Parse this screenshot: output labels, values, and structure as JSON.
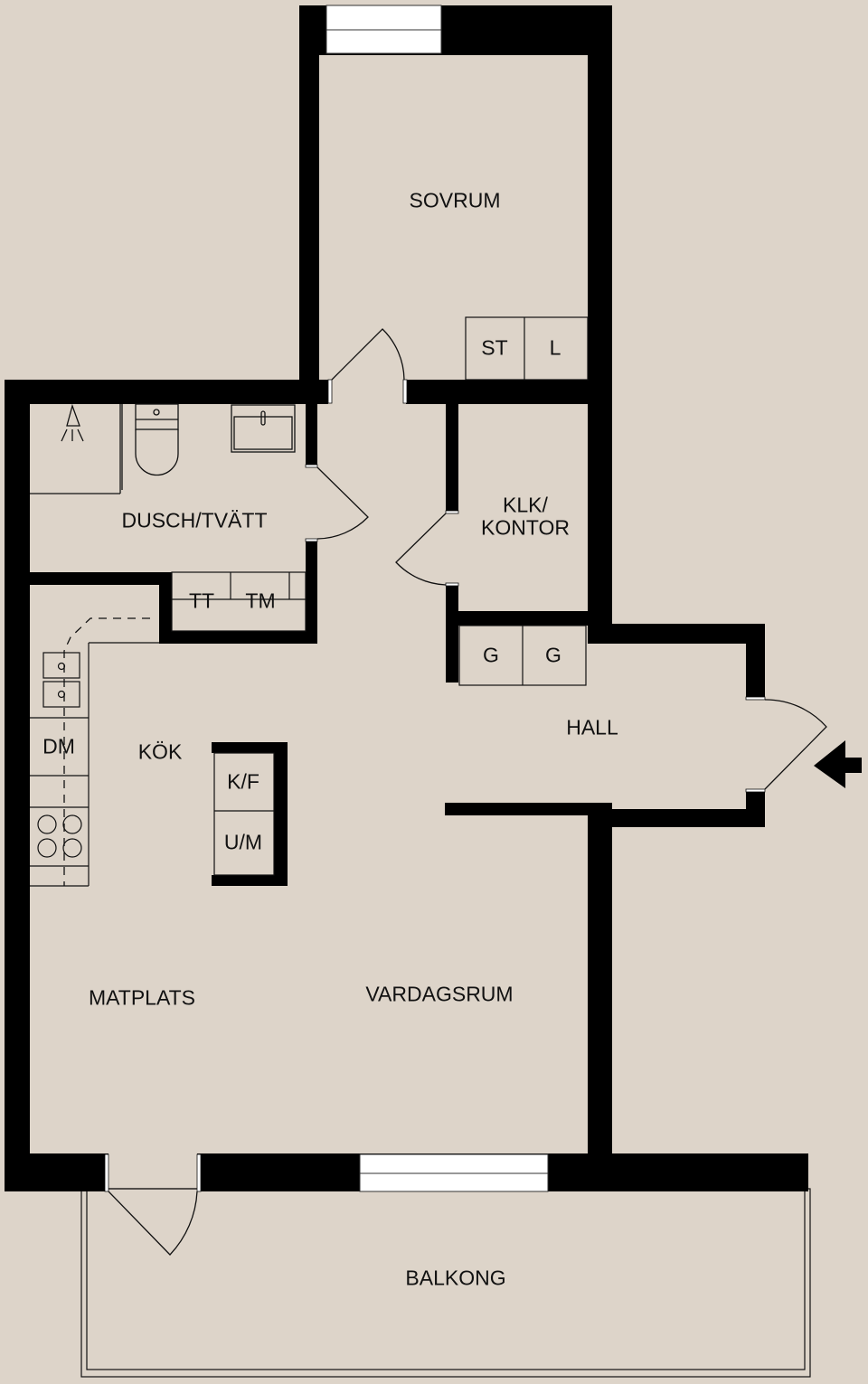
{
  "colors": {
    "background": "#ddd4c9",
    "floor": "#ddd4c9",
    "wall": "#000000",
    "window": "#ffffff",
    "line": "#111111"
  },
  "rooms": {
    "sovrum": "SOVRUM",
    "dusch_tvatt": "DUSCH/TVÄTT",
    "klk_kontor": "KLK/\nKONTOR",
    "kok": "KÖK",
    "hall": "HALL",
    "matplats": "MATPLATS",
    "vardagsrum": "VARDAGSRUM",
    "balkong": "BALKONG"
  },
  "fixtures": {
    "st": "ST",
    "l": "L",
    "tt": "TT",
    "tm": "TM",
    "dm": "DM",
    "kf": "K/F",
    "um": "U/M",
    "g1": "G",
    "g2": "G"
  },
  "icons": {
    "entrance": "entrance-arrow-icon",
    "shower": "shower-icon",
    "toilet": "toilet-icon",
    "sink": "sink-icon",
    "stove": "stove-icon",
    "kitchen_sink": "kitchen-sink-icon"
  }
}
